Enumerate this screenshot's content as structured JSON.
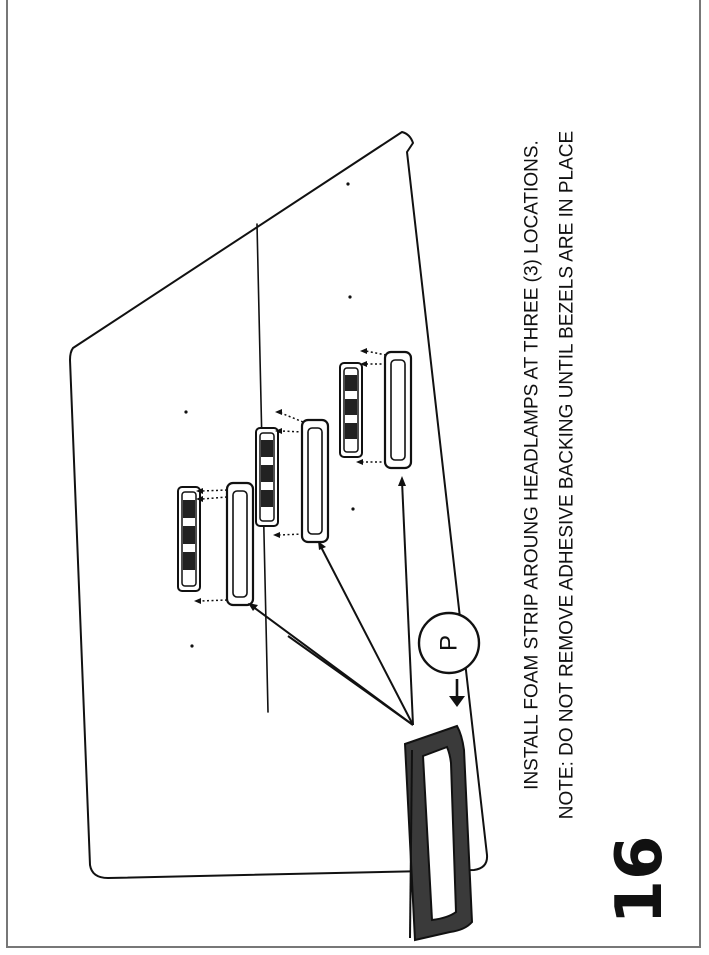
{
  "step": {
    "number": "16"
  },
  "instructions": {
    "line1": "INSTALL FOAM STRIP AROUNG HEADLAMPS AT THREE (3) LOCATIONS.",
    "line2": "NOTE: DO NOT REMOVE ADHESIVE BACKING UNTIL BEZELS ARE IN PLACE"
  },
  "part": {
    "label": "P"
  },
  "colors": {
    "line": "#111111",
    "frame": "#777777",
    "foam": "#3a3a3a"
  }
}
